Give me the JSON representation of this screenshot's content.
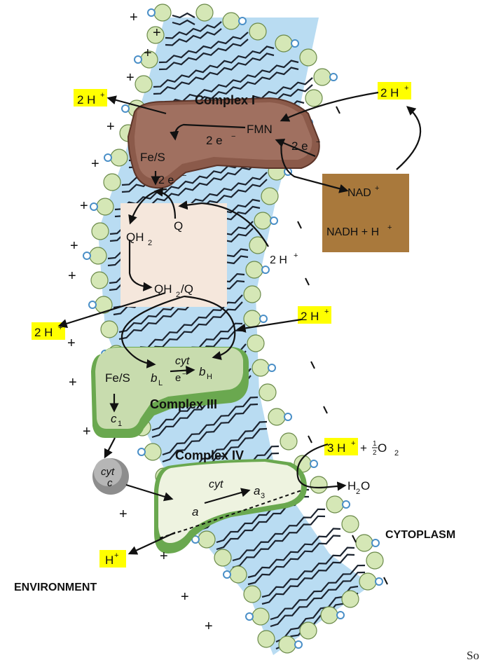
{
  "complexes": {
    "c1": "Complex I",
    "c3": "Complex III",
    "c4": "Complex IV"
  },
  "labels": {
    "two_h_c1_left": "2 H",
    "two_h_c1_right": "2 H",
    "fmn": "FMN",
    "fes_top": "Fe/S",
    "e_top_left": "2 e",
    "e_top_right": "2 e",
    "e_down": "2 e",
    "nad_plus": "NAD",
    "nadh": "NADH + H",
    "q": "Q",
    "qh2": "QH",
    "qh2_q": "QH",
    "qh2_q_suffix": "/Q",
    "two_h_mid": "2 H",
    "two_h_left_mid": "2 H",
    "two_h_right_mid": "2 H",
    "fes_c3": "Fe/S",
    "cyt_c3": "cyt",
    "b_l": "b",
    "b_h": "b",
    "e_c3": "e",
    "c1_sub": "c",
    "cyt_c": "cyt",
    "cyt_c_letter": "c",
    "cyt_c4": "cyt",
    "a": "a",
    "a3": "a",
    "three_h": "3 H",
    "half_o2": "+ ",
    "o2": " O",
    "h2o": "H",
    "h2o_suffix": "O",
    "h_plus_bottom": "H",
    "cytoplasm": "CYTOPLASM",
    "environment": "ENVIRONMENT",
    "footer": "So"
  },
  "colors": {
    "complex1": "#8b5a4a",
    "complex3": "#b9d08e",
    "complex4": "#eef3e0",
    "nad_box": "#a9793c",
    "q_area": "#f5e7dc",
    "membrane_blue": "#b9dcf2",
    "bead_green": "#d5e7b6",
    "bead_blue": "#6fa9d6",
    "highlight": "#ffff00"
  }
}
